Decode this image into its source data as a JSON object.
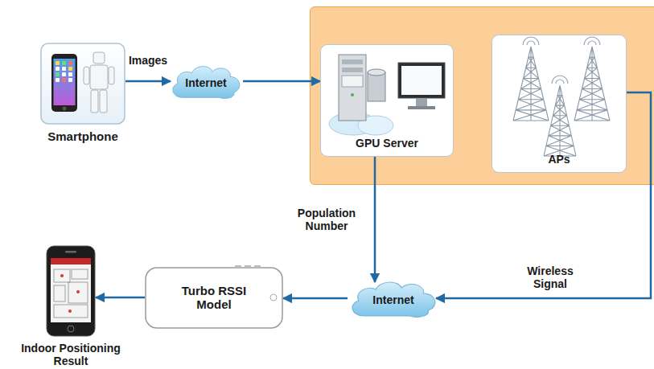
{
  "diagram": {
    "nodes": [
      {
        "text": [
          "Smartphone"
        ]
      },
      {
        "text": [
          "Internet"
        ]
      },
      {
        "text": [
          "GPU Server"
        ]
      },
      {
        "text": [
          "APs"
        ]
      },
      {
        "text": [
          "Internet"
        ]
      },
      {
        "text": [
          "Turbo RSSI Model"
        ]
      },
      {
        "text": [
          "Indoor Positioning Result"
        ]
      }
    ],
    "edges": [
      {
        "from": 0,
        "to": 1,
        "label": "Images",
        "arrow": "to"
      },
      {
        "from": 1,
        "to": 2,
        "arrow": "to"
      },
      {
        "from": 2,
        "to": 4,
        "label": "Population Number",
        "arrow": "to"
      },
      {
        "from": 3,
        "to": 4,
        "label": "Wireless Signal",
        "arrow": "to"
      },
      {
        "from": 4,
        "to": 5,
        "arrow": "to"
      },
      {
        "from": 5,
        "to": 6,
        "arrow": "to"
      }
    ]
  }
}
